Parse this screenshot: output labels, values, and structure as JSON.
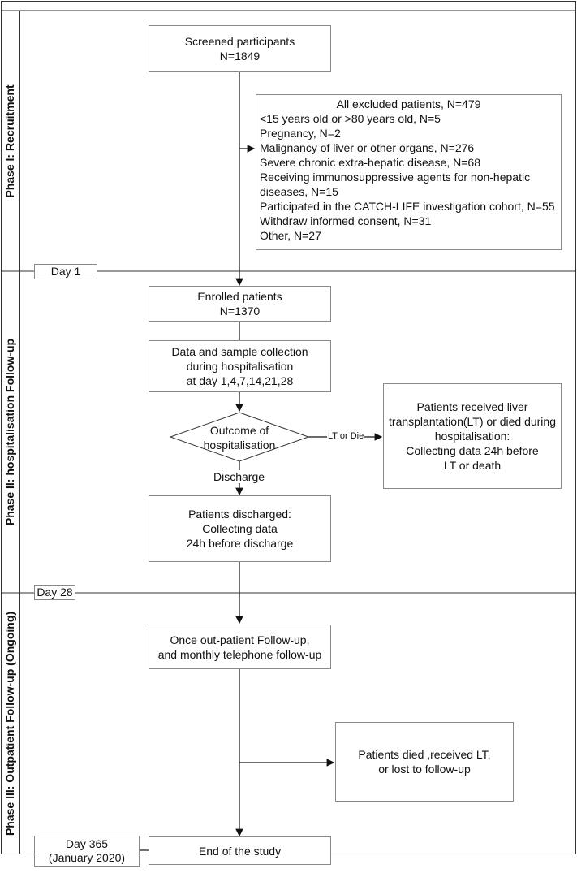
{
  "phases": {
    "p1": "Phase I: Recruitment",
    "p2": "Phase II: hospitalisation Follow-up",
    "p3": "Phase III: Outpatient Follow-up (Ongoing)"
  },
  "days": {
    "d1": "Day 1",
    "d28": "Day 28",
    "d365_line1": "Day 365",
    "d365_line2": "(January 2020)"
  },
  "screened": {
    "line1": "Screened participants",
    "line2": "N=1849"
  },
  "excluded": {
    "header": "All excluded patients, N=479",
    "items": [
      "<15 years old or >80 years old, N=5",
      "Pregnancy, N=2",
      "Malignancy of liver or other organs, N=276",
      "Severe chronic extra-hepatic disease, N=68",
      "Receiving immunosuppressive agents for non-hepatic",
      "diseases, N=15",
      "Participated in the CATCH-LIFE investigation cohort, N=55",
      "Withdraw informed consent, N=31",
      "Other, N=27"
    ]
  },
  "enrolled": {
    "line1": "Enrolled patients",
    "line2": "N=1370"
  },
  "collection": {
    "line1": "Data and sample collection",
    "line2": "during hospitalisation",
    "line3": "at day 1,4,7,14,21,28"
  },
  "decision": {
    "line1": "Outcome of",
    "line2": "hospitalisation"
  },
  "edge_labels": {
    "lt_or_die": "LT or Die",
    "discharge": "Discharge"
  },
  "lt_box": {
    "line1": "Patients received liver",
    "line2": "transplantation(LT) or died during",
    "line3": "hospitalisation:",
    "line4": "Collecting data 24h before",
    "line5": "LT or death"
  },
  "discharged": {
    "line1": "Patients discharged:",
    "line2": "Collecting data",
    "line3": "24h before discharge"
  },
  "outpatient": {
    "line1": "Once out-patient Follow-up,",
    "line2": "and monthly telephone follow-up"
  },
  "lost": {
    "line1": "Patients died ,received LT,",
    "line2": "or lost to follow-up"
  },
  "end": {
    "label": "End of the study"
  }
}
